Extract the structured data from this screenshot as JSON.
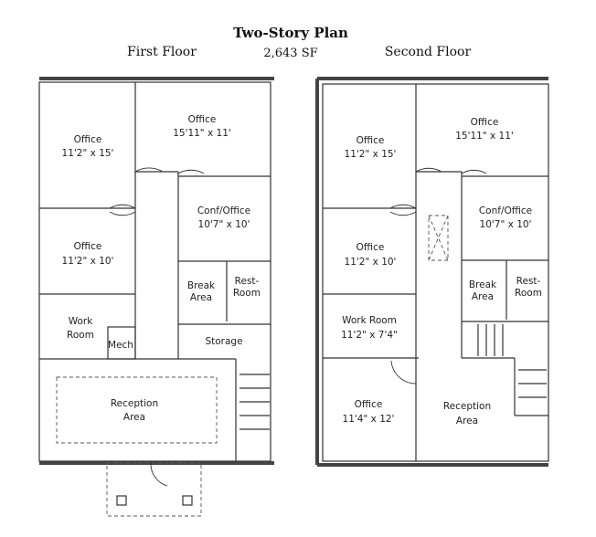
{
  "title": "Two-Story Plan",
  "area": "2,643 SF",
  "first_floor": {
    "heading": "First Floor",
    "rooms": [
      {
        "name": "Office",
        "size": "11'2\" x 15'"
      },
      {
        "name": "Office",
        "size": "15'11\" x 11'"
      },
      {
        "name": "Conf/Office",
        "size": "10'7\" x 10'"
      },
      {
        "name": "Office",
        "size": "11'2\" x 10'"
      },
      {
        "name": "Break",
        "name2": "Area"
      },
      {
        "name": "Rest-",
        "name2": "Room"
      },
      {
        "name": "Work",
        "name2": "Room"
      },
      {
        "name": "Mech"
      },
      {
        "name": "Storage"
      },
      {
        "name": "Reception",
        "name2": "Area"
      }
    ]
  },
  "second_floor": {
    "heading": "Second Floor",
    "rooms": [
      {
        "name": "Office",
        "size": "11'2\" x 15'"
      },
      {
        "name": "Office",
        "size": "15'11\" x 11'"
      },
      {
        "name": "Conf/Office",
        "size": "10'7\" x 10'"
      },
      {
        "name": "Office",
        "size": "11'2\" x 10'"
      },
      {
        "name": "Break",
        "name2": "Area"
      },
      {
        "name": "Rest-",
        "name2": "Room"
      },
      {
        "name": "Work Room",
        "size": "11'2\" x 7'4\""
      },
      {
        "name": "Office",
        "size": "11'4\" x 12'"
      },
      {
        "name": "Reception",
        "name2": "Area"
      }
    ]
  }
}
